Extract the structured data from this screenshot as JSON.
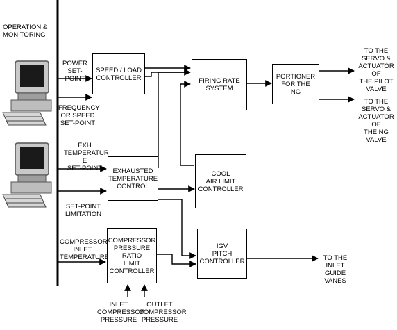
{
  "diagram": {
    "operation_monitoring": "OPERATION &\nMONITORING",
    "blocks": {
      "speed_load": "SPEED / LOAD\nCONTROLLER",
      "firing_rate": "FIRING RATE\nSYSTEM",
      "portioner": "PORTIONER\nFOR THE\nNG",
      "exhausted_temp": "EXHAUSTED\nTEMPERATURE\nCONTROL",
      "cool_air": "COOL\nAIR LIMIT\nCONTROLLER",
      "compressor_ratio": "COMPRESSOR\nPRESSURE\nRATIO\nLIMIT\nCONTROLLER",
      "igv": "IGV\nPITCH\nCONTROLLER"
    },
    "inputs": {
      "power_setpoint": "POWER\nSET-POINT",
      "frequency_setpoint": "FREQUENCY\nOR SPEED\nSET-POINT",
      "exh_temperature": "EXH\nTEMPERATUR\nE\nSET-POINT",
      "setpoint_limitation": "SET-POINT\nLIMITATION",
      "compressor_inlet": "COMPRESSOR\nINLET\nTEMPERATURE",
      "inlet_pressure": "INLET\nCOMPRESSOR\nPRESSURE",
      "outlet_pressure": "OUTLET\nCOMPRESSOR\nPRESSURE"
    },
    "outputs": {
      "pilot_valve": "TO THE\nSERVO &\nACTUATOR OF\nTHE PILOT\nVALVE",
      "ng_valve": "TO THE\nSERVO &\nACTUATOR OF\nTHE NG VALVE",
      "inlet_guide_vanes": "TO THE\nINLET\nGUIDE\nVANES"
    },
    "icons": [
      "desktop-computer-icon",
      "desktop-computer-icon"
    ]
  }
}
